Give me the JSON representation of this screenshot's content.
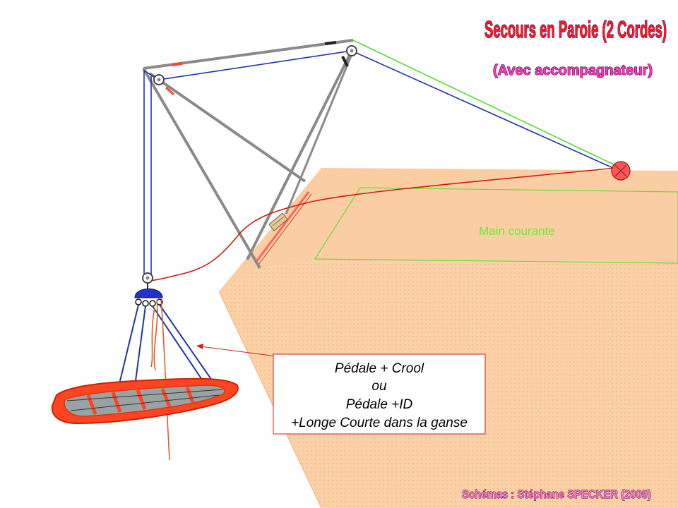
{
  "title": {
    "main": "Secours en Paroie  (2 Cordes)",
    "sub": "(Avec accompagnateur)"
  },
  "labels": {
    "handrail": "Main courante"
  },
  "note": {
    "lines": [
      "Pédale + Crool",
      "ou",
      "Pédale +ID",
      "+Longe Courte dans la ganse"
    ]
  },
  "credit": "Schémas : Stéphane SPECKER (2009)",
  "colors": {
    "rock_top": "#fbcda3",
    "rock_face": "#fcd2a6",
    "rope_red": "#e02a1a",
    "rope_blue": "#2233aa",
    "rope_green": "#55dd33",
    "tripod_grey": "#8a8a8a",
    "stretcher": "#ff3a1a"
  }
}
